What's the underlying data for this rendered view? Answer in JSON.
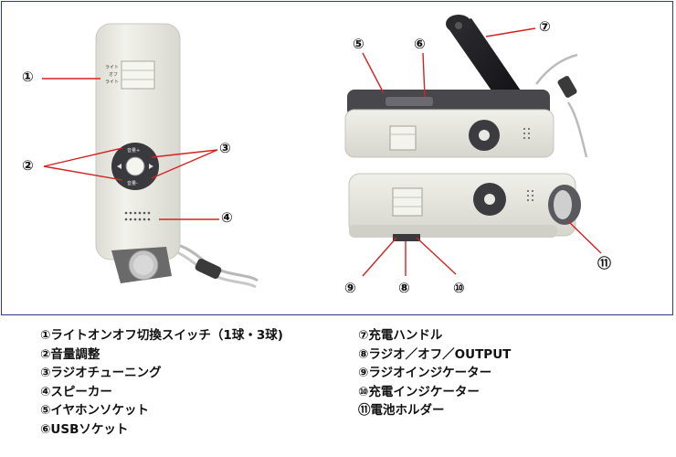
{
  "switch_label": {
    "top": "ライト",
    "mid": "オフ",
    "bottom": "ライト"
  },
  "volume_labels": {
    "up": "音量+",
    "down": "音量-"
  },
  "callouts": [
    "①",
    "②",
    "③",
    "④",
    "⑤",
    "⑥",
    "⑦",
    "⑧",
    "⑨",
    "⑩",
    "⑪"
  ],
  "legend": {
    "left": [
      "①ライトオンオフ切換スイッチ（1球・3球)",
      "②音量調整",
      "③ラジオチューニング",
      "④スピーカー",
      "⑤イヤホンソケット",
      "⑥USBソケット"
    ],
    "right": [
      "⑦充電ハンドル",
      "⑧ラジオ／オフ／OUTPUT",
      "⑨ラジオインジケーター",
      "⑩充電インジケーター",
      "⑪電池ホルダー"
    ]
  },
  "colors": {
    "frame_border": "#2c3a8c",
    "callout_line": "#d42222",
    "device_body": "#eeeee8",
    "device_dark": "#4a4a4e"
  }
}
